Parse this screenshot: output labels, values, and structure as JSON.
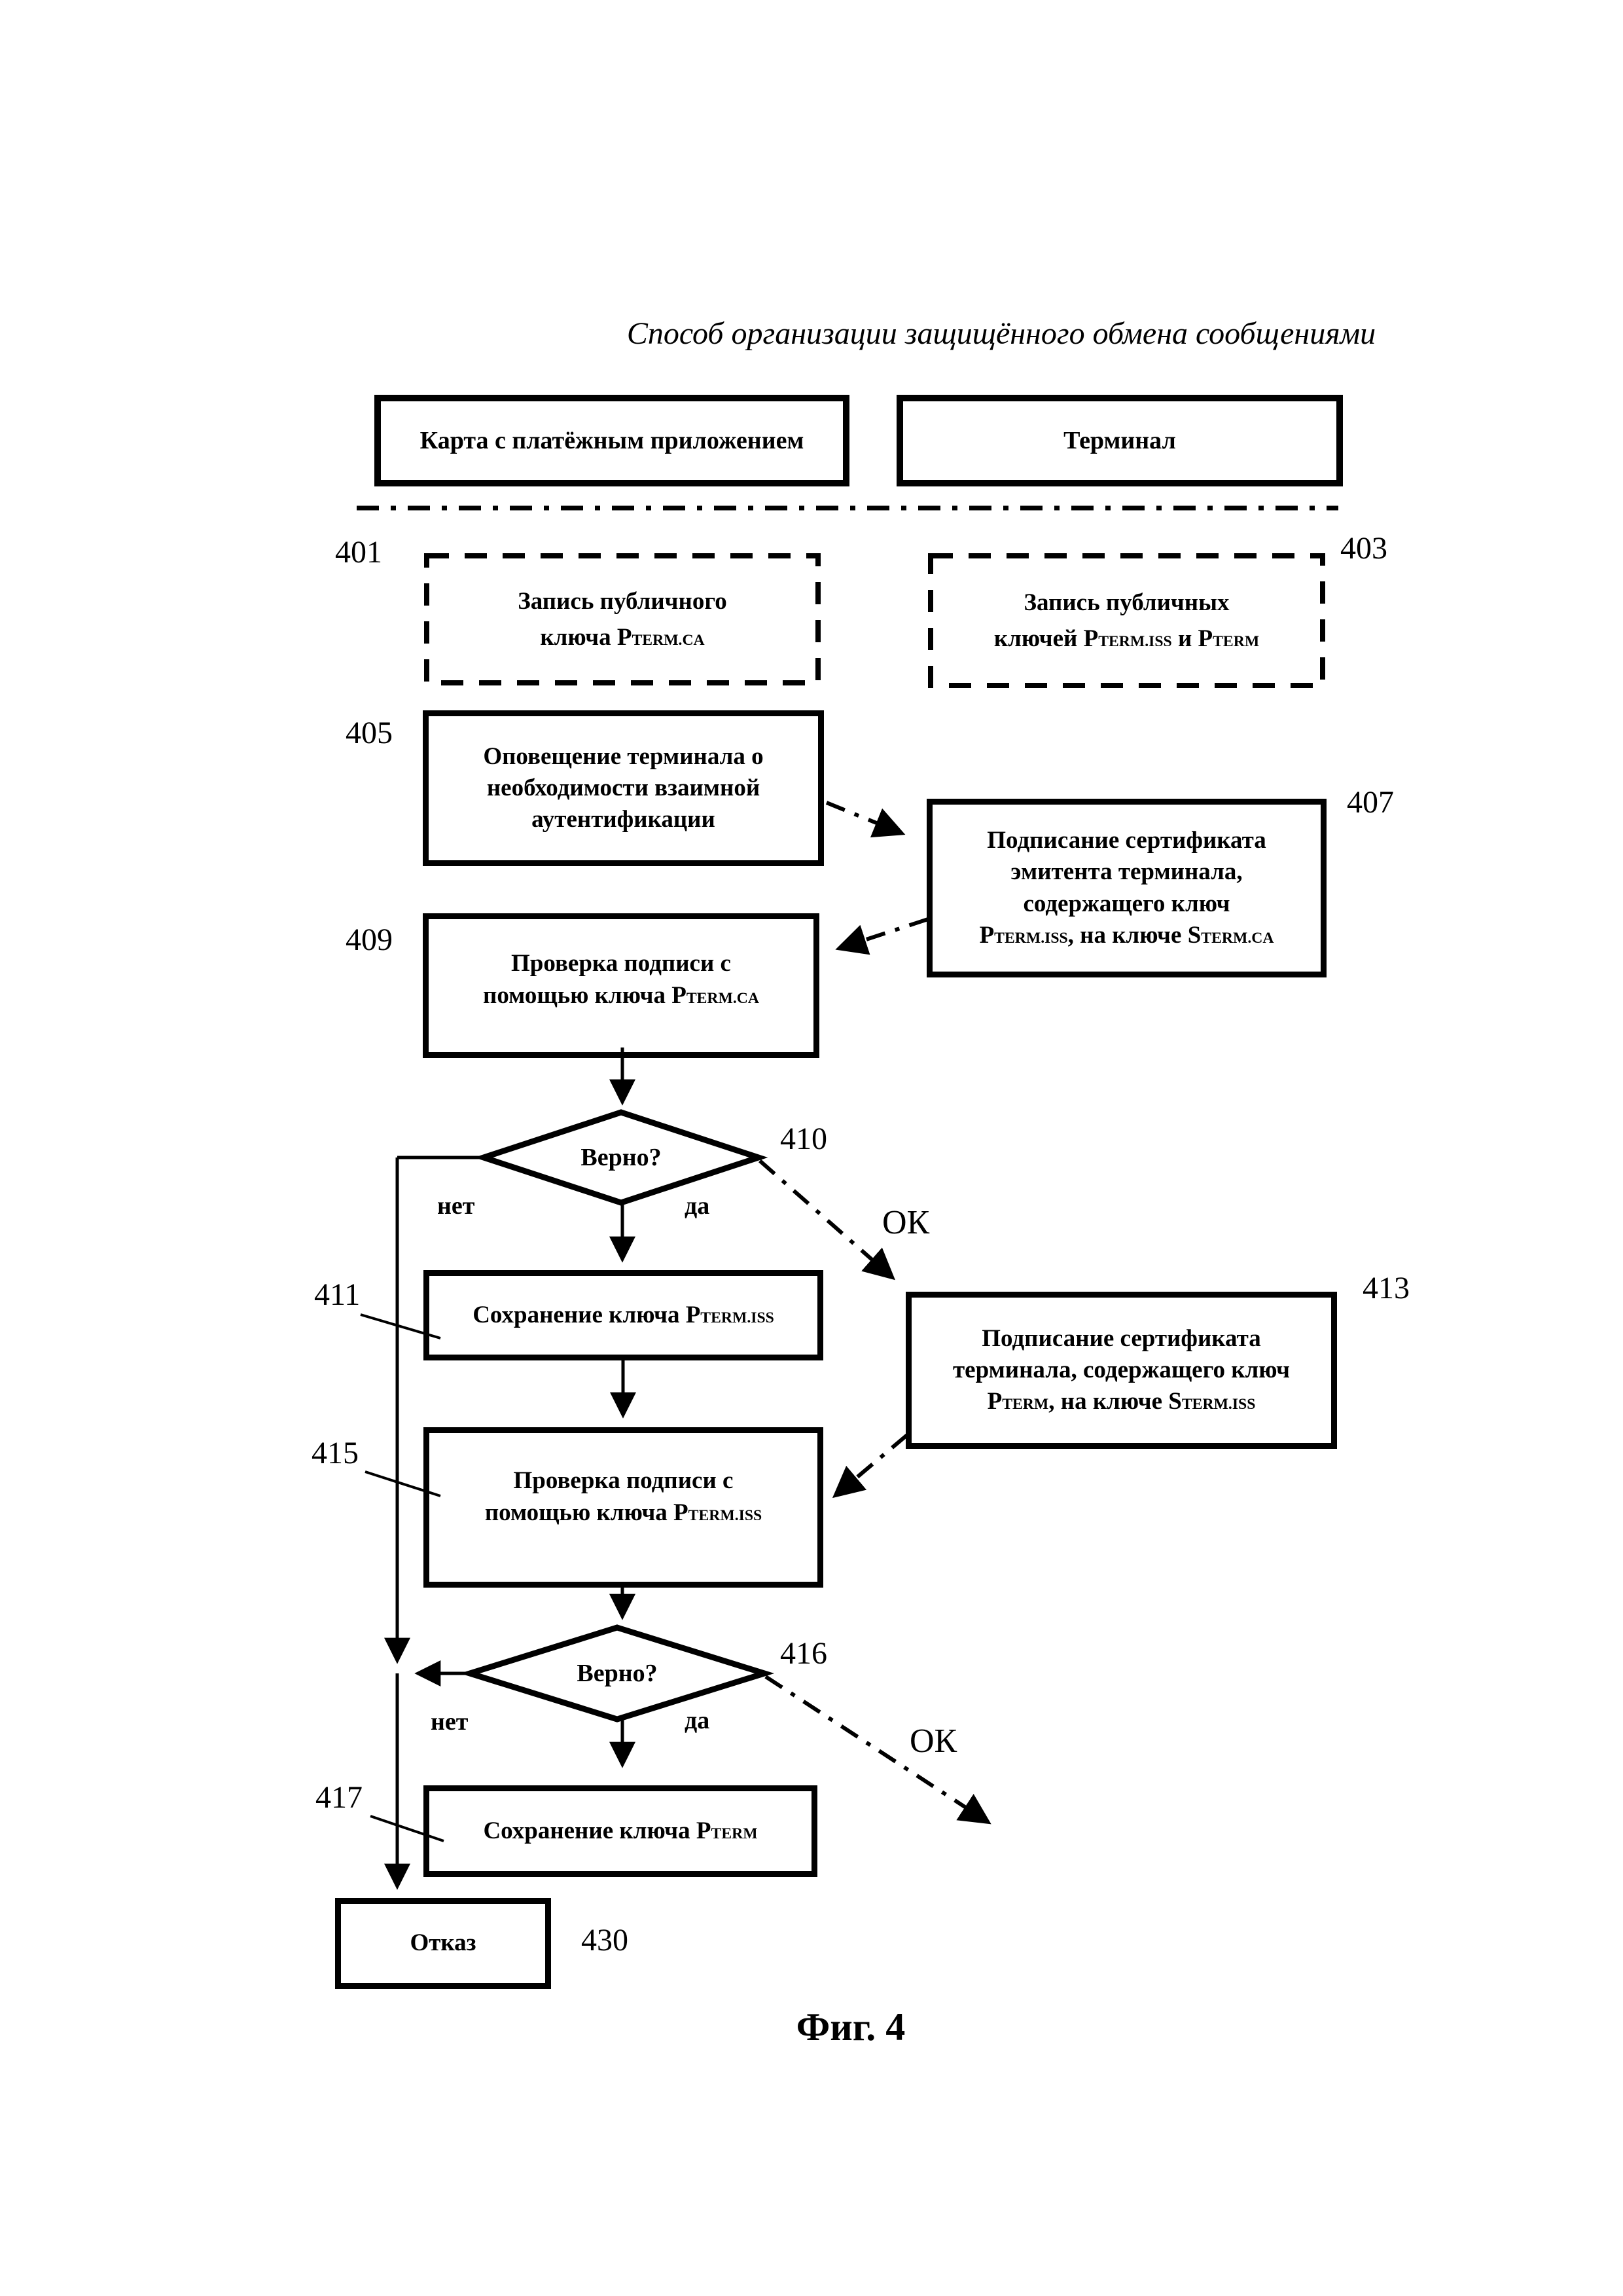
{
  "page": {
    "title": "Способ организации защищённого обмена сообщениями",
    "caption": "Фиг. 4"
  },
  "lanes": {
    "card": "Карта с платёжным приложением",
    "terminal": "Терминал"
  },
  "steps": {
    "s401": "Запись публичного\nключа P{TERM.CA}",
    "s403": "Запись публичных\nключей P{TERM.ISS} и P{TERM}",
    "s405": "Оповещение терминала о\nнеобходимости взаимной\nаутентификации",
    "s407": "Подписание сертификата\nэмитента терминала,\nсодержащего ключ\nP{TERM.ISS}, на ключе S{TERM.CA}",
    "s409": "Проверка подписи с\nпомощью ключа P{TERM.CA}",
    "s411": "Сохранение ключа P{TERM.ISS}",
    "s413": "Подписание сертификата\nтерминала, содержащего ключ\nP{TERM}, на ключе S{TERM.ISS}",
    "s415": "Проверка подписи с\nпомощью ключа P{TERM.ISS}",
    "s417": "Сохранение ключа P{TERM}",
    "s430": "Отказ"
  },
  "decisions": {
    "d410": "Верно?",
    "d416": "Верно?"
  },
  "branches": {
    "no": "нет",
    "yes": "да",
    "ok": "ОК"
  },
  "refs": {
    "n401": "401",
    "n403": "403",
    "n405": "405",
    "n407": "407",
    "n409": "409",
    "n410": "410",
    "n411": "411",
    "n413": "413",
    "n415": "415",
    "n416": "416",
    "n417": "417",
    "n430": "430"
  }
}
